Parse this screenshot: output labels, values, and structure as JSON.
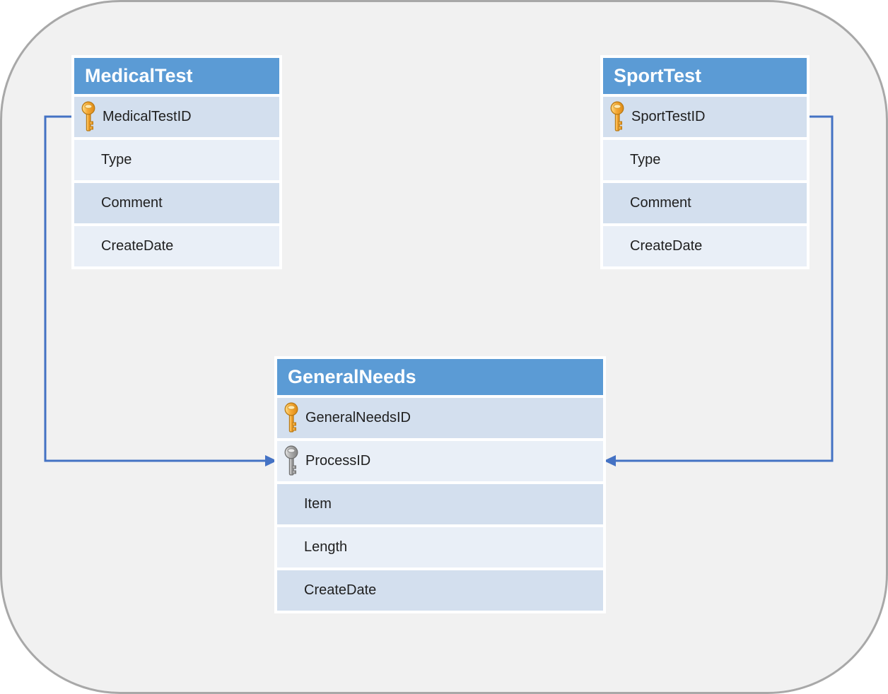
{
  "diagram": {
    "tables": [
      {
        "title": "MedicalTest",
        "fields": [
          {
            "name": "MedicalTestID",
            "key": "primary"
          },
          {
            "name": "Type",
            "key": ""
          },
          {
            "name": "Comment",
            "key": ""
          },
          {
            "name": "CreateDate",
            "key": ""
          }
        ]
      },
      {
        "title": "SportTest",
        "fields": [
          {
            "name": "SportTestID",
            "key": "primary"
          },
          {
            "name": "Type",
            "key": ""
          },
          {
            "name": "Comment",
            "key": ""
          },
          {
            "name": "CreateDate",
            "key": ""
          }
        ]
      },
      {
        "title": "GeneralNeeds",
        "fields": [
          {
            "name": "GeneralNeedsID",
            "key": "primary"
          },
          {
            "name": "ProcessID",
            "key": "foreign"
          },
          {
            "name": "Item",
            "key": ""
          },
          {
            "name": "Length",
            "key": ""
          },
          {
            "name": "CreateDate",
            "key": ""
          }
        ]
      }
    ],
    "relationships": [
      {
        "from": "MedicalTest.MedicalTestID",
        "to": "GeneralNeeds.ProcessID",
        "side": "left"
      },
      {
        "from": "SportTest.SportTestID",
        "to": "GeneralNeeds.ProcessID",
        "side": "right"
      }
    ],
    "colors": {
      "header_bg": "#5B9BD5",
      "header_text": "#FFFFFF",
      "row_dark": "#D3DFEE",
      "row_light": "#E9EFF7",
      "row_text": "#1F1F1F",
      "connector": "#4472C4",
      "panel_bg": "#F1F1F1",
      "panel_border": "#A8A8A8",
      "primary_key": "#F5A833",
      "foreign_key": "#A9A9A9"
    }
  }
}
